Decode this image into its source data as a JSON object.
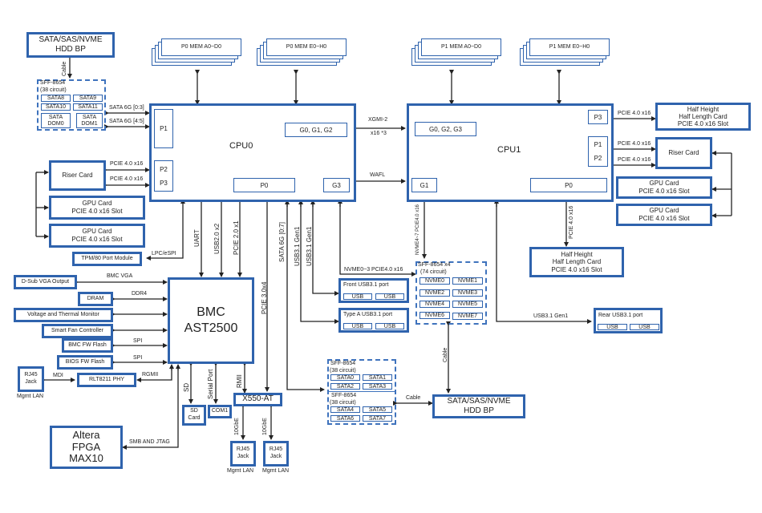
{
  "colors": {
    "box_border": "#2f63ad",
    "wire": "#222222",
    "dashed": "#3f73bd"
  },
  "cpu0": {
    "label": "CPU0",
    "ports": {
      "p1": "P1",
      "p2": "P2",
      "p3": "P3",
      "p0": "P0",
      "g012": "G0, G1, G2",
      "g3": "G3"
    }
  },
  "cpu1": {
    "label": "CPU1",
    "ports": {
      "p3": "P3",
      "p1": "P1",
      "p2": "P2",
      "p0": "P0",
      "g023": "G0, G2, G3",
      "g1": "G1"
    }
  },
  "memory": {
    "p0_ad": "P0 MEM A0~D0",
    "p0_eh": "P0 MEM E0~H0",
    "p1_ad": "P1 MEM A0~D0",
    "p1_eh": "P1 MEM E0~H0"
  },
  "interconnect": {
    "xgmi": "XGMI-2",
    "xgmi_width": "x16 *3",
    "wafl": "WAFL"
  },
  "left_hdd_bp": {
    "line1": "SATA/SAS/NVME",
    "line2": "HDD BP",
    "cable": "Cable"
  },
  "left_sff": {
    "title": "SFF-8654",
    "circuit": "(38 circuit)",
    "ports": [
      "SATA8",
      "SATA9",
      "SATA10",
      "SATA11"
    ],
    "dom0": [
      "SATA",
      "DOM0"
    ],
    "dom1": [
      "SATA",
      "DOM1"
    ],
    "link1": "SATA 6G [0:3]",
    "link2": "SATA 6G [4:5]"
  },
  "left_cards": {
    "riser": "Riser Card",
    "riser_link1": "PCIE 4.0 x16",
    "riser_link2": "PCIE 4.0 x16",
    "gpu1": [
      "GPU Card",
      "PCIE 4.0 x16 Slot"
    ],
    "gpu2": [
      "GPU Card",
      "PCIE 4.0 x16 Slot"
    ],
    "tpm": "TPM/80 Port Module",
    "tpm_link": "LPC/eSPI"
  },
  "right_cards": {
    "hh1": [
      "Half Height",
      "Half Length Card",
      "PCIE 4.0 x16 Slot"
    ],
    "hh1_link": "PCIE 4.0 x16",
    "riser": "Riser Card",
    "riser_link1": "PCIE 4.0 x16",
    "riser_link2": "PCIE 4.0 x16",
    "gpu1": [
      "GPU Card",
      "PCIE 4.0 x16 Slot"
    ],
    "gpu2": [
      "GPU Card",
      "PCIE 4.0 x16 Slot"
    ],
    "hh2": [
      "Half Height",
      "Half Length Card",
      "PCIE 4.0 x16 Slot"
    ],
    "hh2_link": "PCIE 4.0 x16"
  },
  "bmc": {
    "line1": "BMC",
    "line2": "AST2500",
    "up_links": [
      "UART",
      "USB2.0 x2",
      "PCIE 2.0 x1"
    ],
    "left_devices": [
      {
        "name": "D-Sub VGA Output",
        "link": "BMC VGA"
      },
      {
        "name": "DRAM",
        "link": "DDR4"
      },
      {
        "name": "Voltage and Thermal Monitor",
        "link": ""
      },
      {
        "name": "Smart Fan Controller",
        "link": ""
      },
      {
        "name": "BMC FW Flash",
        "link": "SPI"
      },
      {
        "name": "BIOS FW Flash",
        "link": "SPI"
      }
    ],
    "phy": "RLT8211 PHY",
    "phy_link": "RGMII",
    "mdi": "MDI",
    "rj45": [
      "RJ45",
      "Jack"
    ],
    "mgmt_lan": "Mgmt LAN",
    "sd_link": "SD",
    "sd_card": [
      "SD",
      "Card"
    ],
    "serial_link": "Serial Port",
    "com1": "COM1",
    "rmii": "RMII",
    "fpga": [
      "Altera",
      "FPGA",
      "MAX10"
    ],
    "fpga_link": "SMB AND JTAG"
  },
  "x550": {
    "label": "X550-AT",
    "pcie": "PCIE 3.0x4",
    "link": "10GbE",
    "rj45": [
      "RJ45",
      "Jack"
    ],
    "mgmt_lan": "Mgmt LAN"
  },
  "cpu0_down": {
    "sata": "SATA 6G [0:7]",
    "usb_a": "USB3.1 Gen1",
    "usb_b": "USB3.1 Gen1",
    "nvme": "NVME0~3 PCIE4.0 x16"
  },
  "front_usb": {
    "title": "Front USB3.1 port",
    "ports": [
      "USB",
      "USB"
    ]
  },
  "typea_usb": {
    "title": "Type A USB3.1 port",
    "ports": [
      "USB",
      "USB"
    ]
  },
  "nvme_sff": {
    "title": "SFF-8654 x4",
    "circuit": "(74 circuit)",
    "ports": [
      "NVME0",
      "NVME1",
      "NVME2",
      "NVME3",
      "NVME4",
      "NVME5",
      "NVME6",
      "NVME7"
    ],
    "cpu1_link": "NVME4~7 PCIE4.0 x16",
    "cable": "Cable"
  },
  "rear_usb": {
    "title": "Rear USB3.1 port",
    "ports": [
      "USB",
      "USB"
    ],
    "link": "USB3.1 Gen1"
  },
  "sata_sff": {
    "a_title": "SFF-8654",
    "a_circuit": "(38 circuit)",
    "a_ports": [
      "SATA0",
      "SATA1",
      "SATA2",
      "SATA3"
    ],
    "b_title": "SFF-8654",
    "b_circuit": "(38 circuit)",
    "b_ports": [
      "SATA4",
      "SATA5",
      "SATA6",
      "SATA7"
    ],
    "cable": "Cable"
  },
  "right_hdd_bp": {
    "line1": "SATA/SAS/NVME",
    "line2": "HDD BP"
  }
}
